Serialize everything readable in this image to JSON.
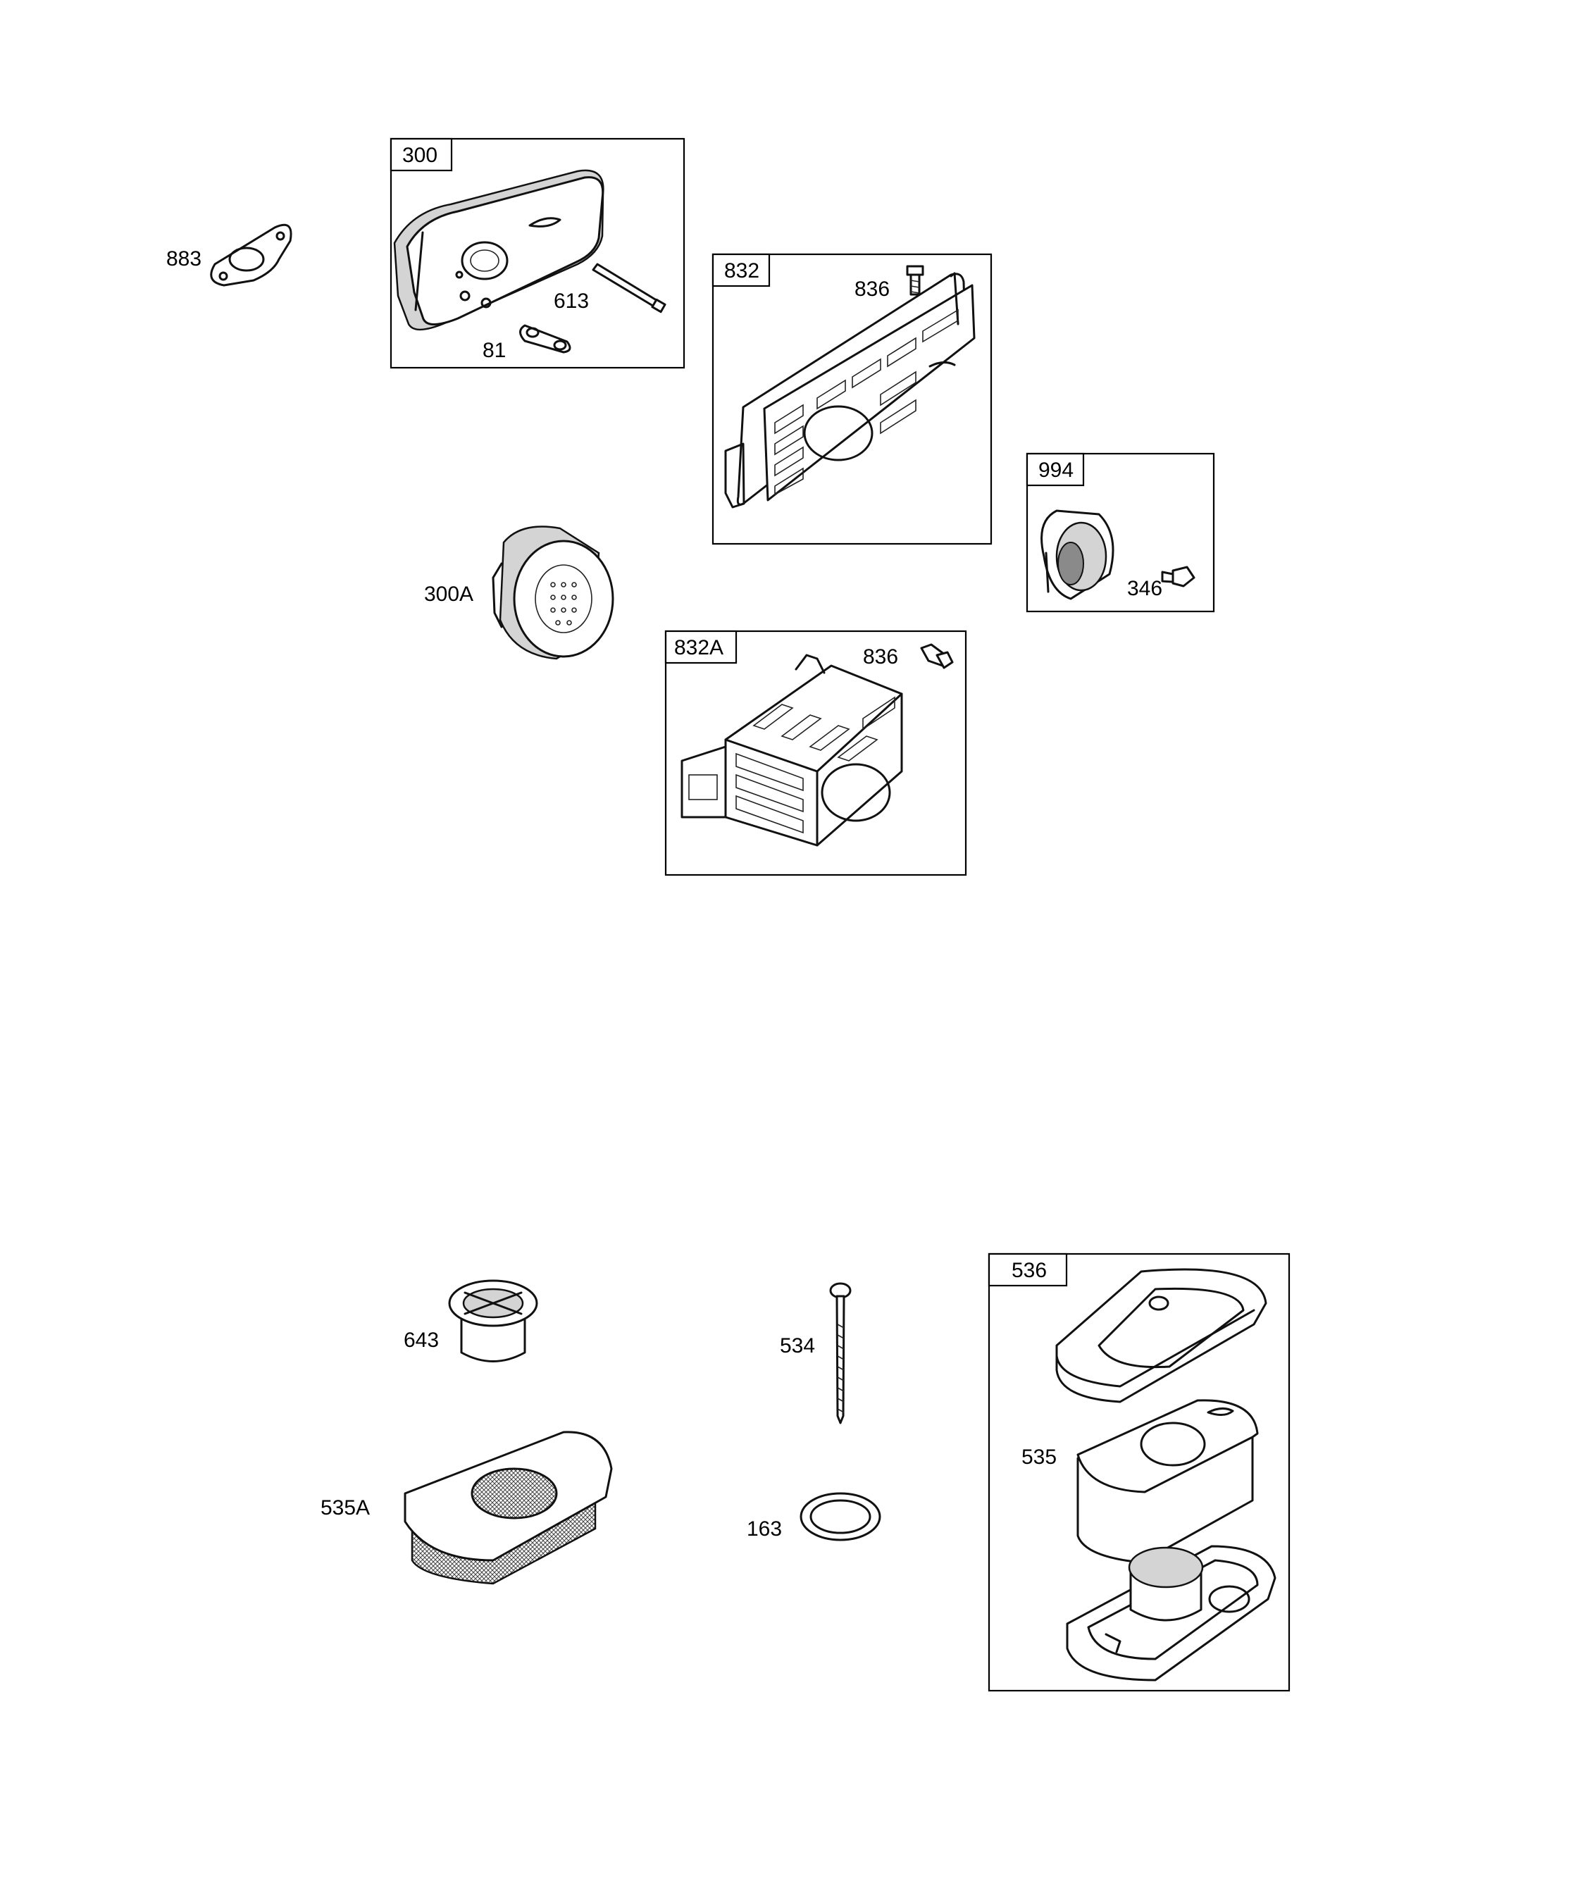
{
  "diagram": {
    "callouts": {
      "c883": "883",
      "c300": "300",
      "c613": "613",
      "c81": "81",
      "c832": "832",
      "c836a": "836",
      "c994": "994",
      "c346": "346",
      "c300A": "300A",
      "c832A": "832A",
      "c836b": "836",
      "c643": "643",
      "c534": "534",
      "c536": "536",
      "c535": "535",
      "c535A": "535A",
      "c163": "163"
    }
  }
}
